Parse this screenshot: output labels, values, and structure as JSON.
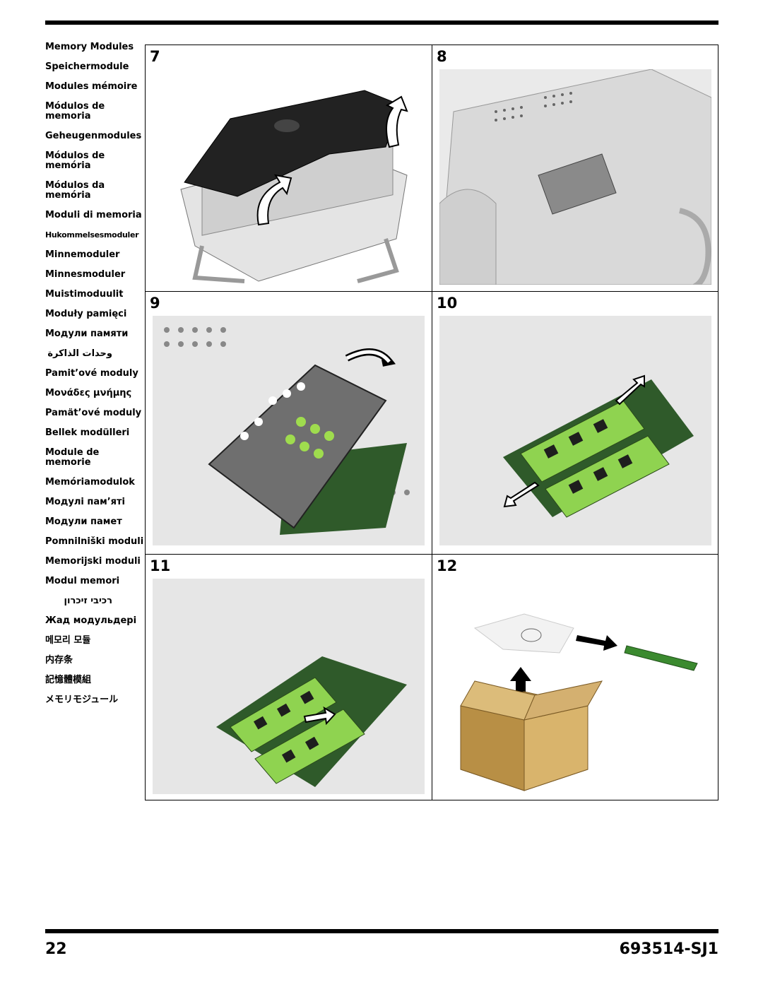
{
  "languages": [
    "Memory Modules",
    "Speichermodule",
    "Modules mémoire",
    "Módulos de memoria",
    "Geheugenmodules",
    "Módulos de memória",
    "Módulos da memória",
    "Moduli di memoria",
    "Hukommelsesmoduler",
    "Minnemoduler",
    "Minnesmoduler",
    "Muistimoduulit",
    "Moduły pamięci",
    "Модули памяти",
    "وحدات الذاكرة",
    "Pamit’ové moduly",
    "Μονάδες μνήμης",
    "Pamät’ové moduly",
    "Bellek modülleri",
    "Module de memorie",
    "Memóriamodulok",
    "Модулі пам’яті",
    "Модули памет",
    "Pomnilniški moduli",
    "Memorijski moduli",
    "Modul memori",
    "רכיבי זיכרון",
    "Жад модульдері",
    "메모리 모듈",
    "内存条",
    "記憶體模組",
    "メモリモジュール"
  ],
  "steps": [
    "7",
    "8",
    "9",
    "10",
    "11",
    "12"
  ],
  "footer": {
    "page_number": "22",
    "doc_code": "693514-SJ1"
  }
}
